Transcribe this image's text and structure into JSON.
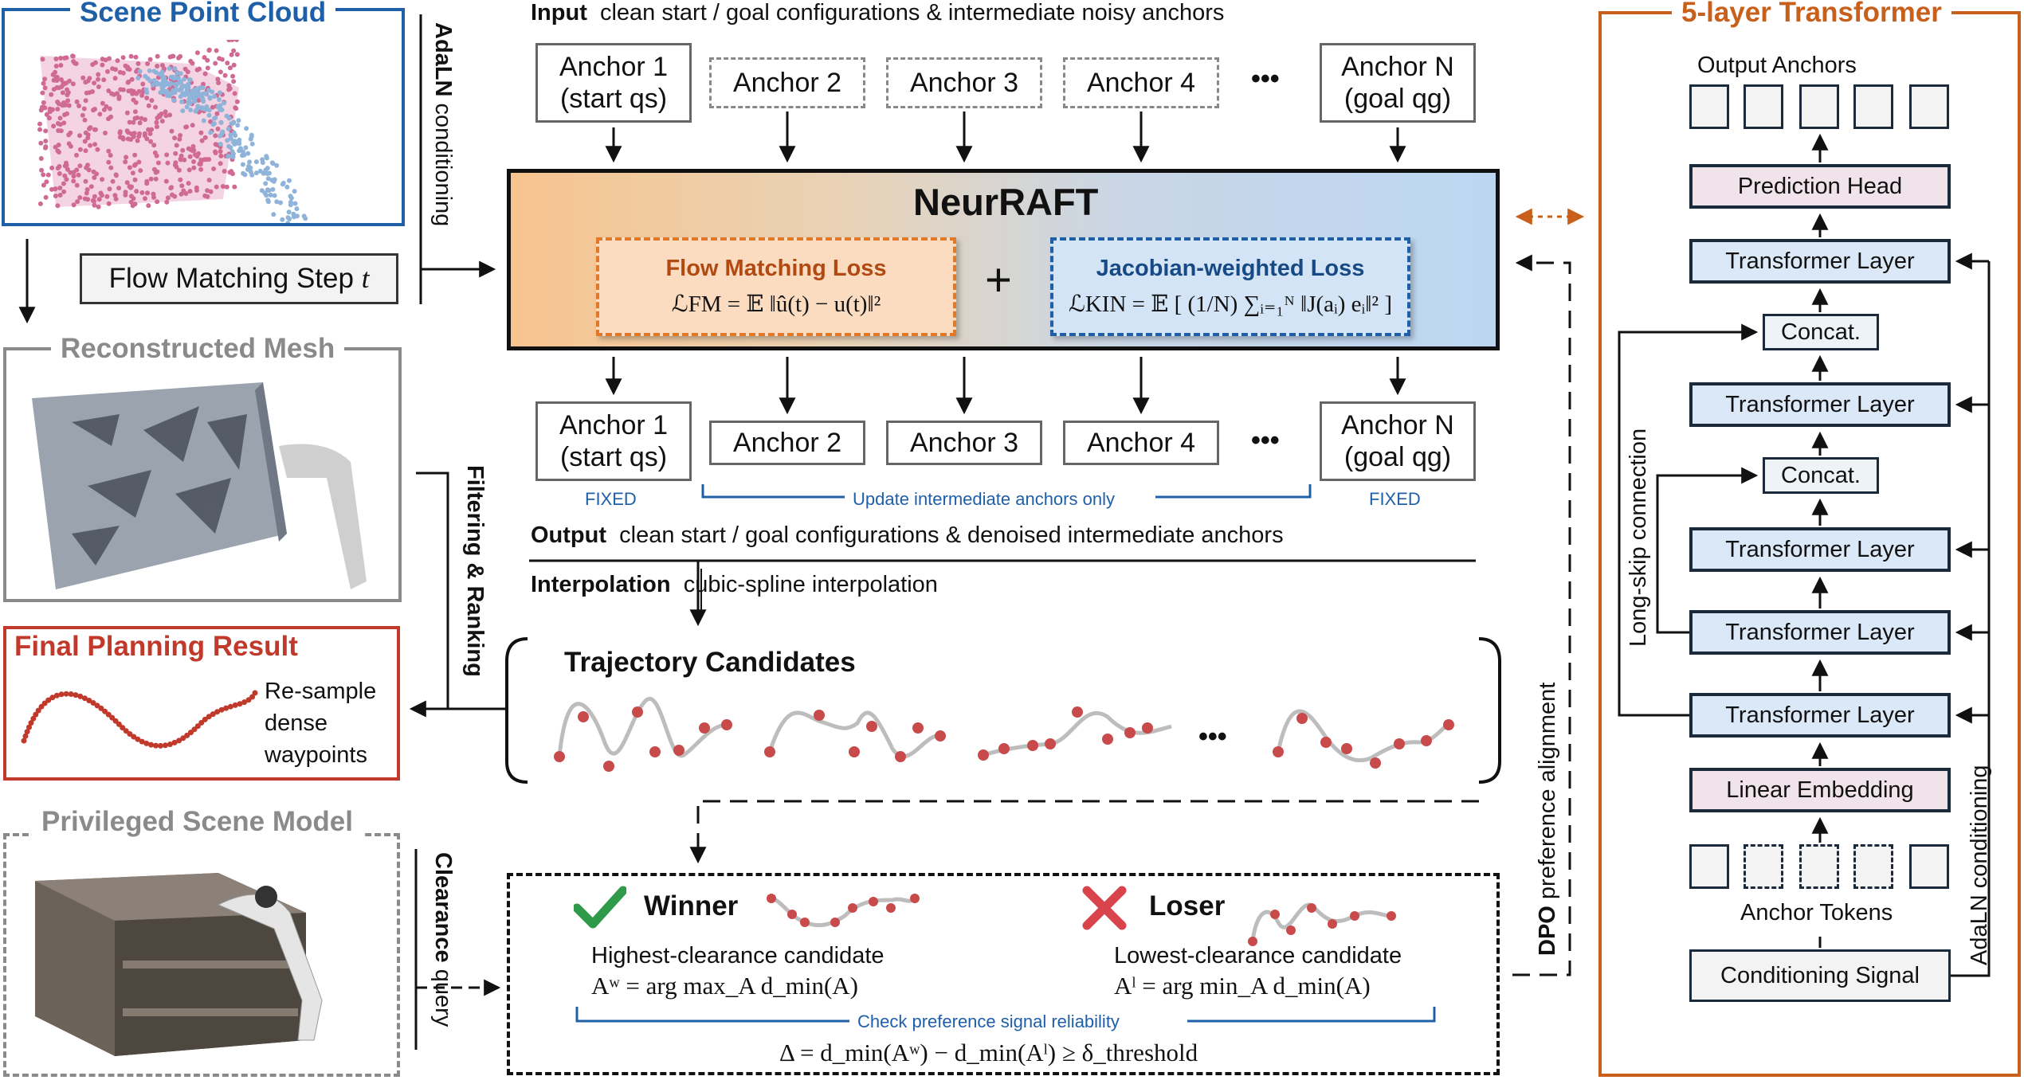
{
  "scene": {
    "point_cloud_title": "Scene Point Cloud",
    "adaln_bold": "AdaLN",
    "adaln_rest": "conditioning",
    "flow_step": "Flow Matching Step",
    "flow_step_var": "t",
    "mesh_title": "Reconstructed Mesh",
    "filtering": "Filtering & Ranking",
    "final_title": "Final Planning Result",
    "final_text": [
      "Re-sample",
      "dense",
      "waypoints"
    ],
    "privileged_title": "Privileged Scene Model",
    "clearance_bold": "Clearance",
    "clearance_rest": "query"
  },
  "input": {
    "label": "Input",
    "text": "clean start / goal configurations & intermediate noisy anchors"
  },
  "anchors_in": [
    {
      "l1": "Anchor 1",
      "l2": "(start qs)"
    },
    {
      "l1": "Anchor 2",
      "l2": ""
    },
    {
      "l1": "Anchor 3",
      "l2": ""
    },
    {
      "l1": "Anchor 4",
      "l2": ""
    },
    {
      "l1": "Anchor N",
      "l2": "(goal qg)"
    }
  ],
  "ellipsis": "•••",
  "neurraft": {
    "title": "NeurRAFT",
    "fm_title": "Flow Matching Loss",
    "fm_formula": "ℒFM = 𝔼 ‖û(t) − u(t)‖²",
    "plus": "+",
    "jw_title": "Jacobian-weighted Loss",
    "jw_formula": "ℒKIN = 𝔼 [ (1/N) ∑ᵢ₌₁ᴺ ‖J(aᵢ) eᵢ‖² ]"
  },
  "anchors_out": [
    {
      "l1": "Anchor 1",
      "l2": "(start qs)"
    },
    {
      "l1": "Anchor 2",
      "l2": ""
    },
    {
      "l1": "Anchor 3",
      "l2": ""
    },
    {
      "l1": "Anchor 4",
      "l2": ""
    },
    {
      "l1": "Anchor N",
      "l2": "(goal qg)"
    }
  ],
  "fixed": "FIXED",
  "update_note": "Update intermediate anchors only",
  "output": {
    "label": "Output",
    "text": "clean start / goal configurations & denoised intermediate anchors"
  },
  "interp": {
    "label": "Interpolation",
    "text": "cubic-spline interpolation"
  },
  "candidates": {
    "title": "Trajectory Candidates",
    "dots": "•••"
  },
  "dpo": {
    "bold": "DPO",
    "rest": "preference alignment"
  },
  "winner": {
    "label": "Winner",
    "desc": "Highest-clearance candidate",
    "formula": "Aʷ = arg max_A d_min(A)"
  },
  "loser": {
    "label": "Loser",
    "desc": "Lowest-clearance candidate",
    "formula": "Aˡ = arg min_A d_min(A)"
  },
  "check": "Check preference signal reliability",
  "delta": "Δ = d_min(Aʷ) − d_min(Aˡ) ≥ δ_threshold",
  "transformer": {
    "title": "5-layer Transformer",
    "output_anchors": "Output Anchors",
    "prediction_head": "Prediction Head",
    "layer": "Transformer Layer",
    "concat": "Concat.",
    "linear": "Linear Embedding",
    "anchor_tokens": "Anchor Tokens",
    "cond_signal": "Conditioning Signal",
    "long_skip": "Long-skip connection",
    "adaln": "AdaLN conditioning"
  },
  "colors": {
    "blue": "#1f5fa8",
    "red": "#c0392b",
    "orange": "#c8601c",
    "gray": "#8a8a8a",
    "green": "#2e9a4a",
    "point_pink": "#d97aa0",
    "point_blue": "#8fb3d9"
  }
}
